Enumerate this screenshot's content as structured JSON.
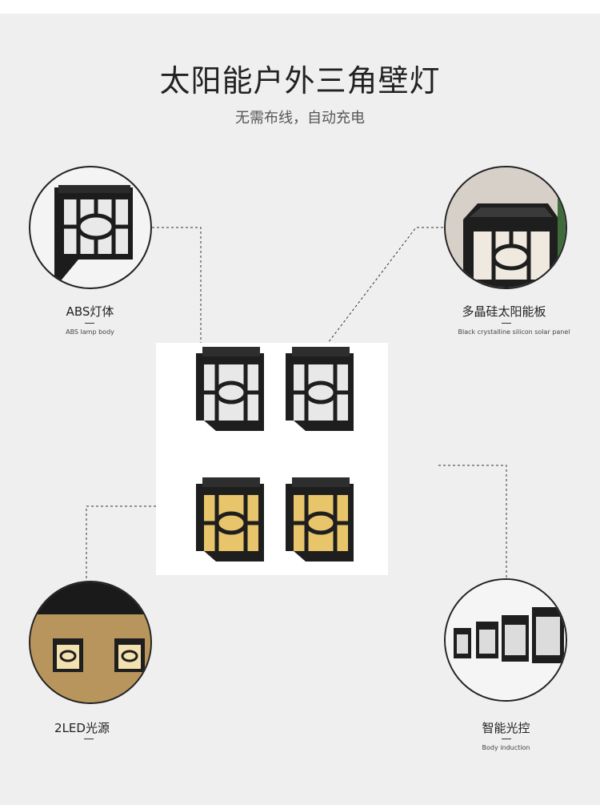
{
  "title": "太阳能户外三角壁灯",
  "subtitle": "无需布线，自动充电",
  "features": {
    "abs": {
      "cn": "ABS灯体",
      "en": "ABS lamp body"
    },
    "solar": {
      "cn": "多晶硅太阳能板",
      "en": "Black crystalline silicon solar panel"
    },
    "led": {
      "cn": "2LED光源"
    },
    "smart": {
      "cn": "智能光控",
      "en": "Body induction"
    }
  },
  "colors": {
    "background": "#efefef",
    "lamp_body": "#1e1e1e",
    "warm_light": "#e8c56a",
    "cool_light": "#e6e6e6"
  }
}
